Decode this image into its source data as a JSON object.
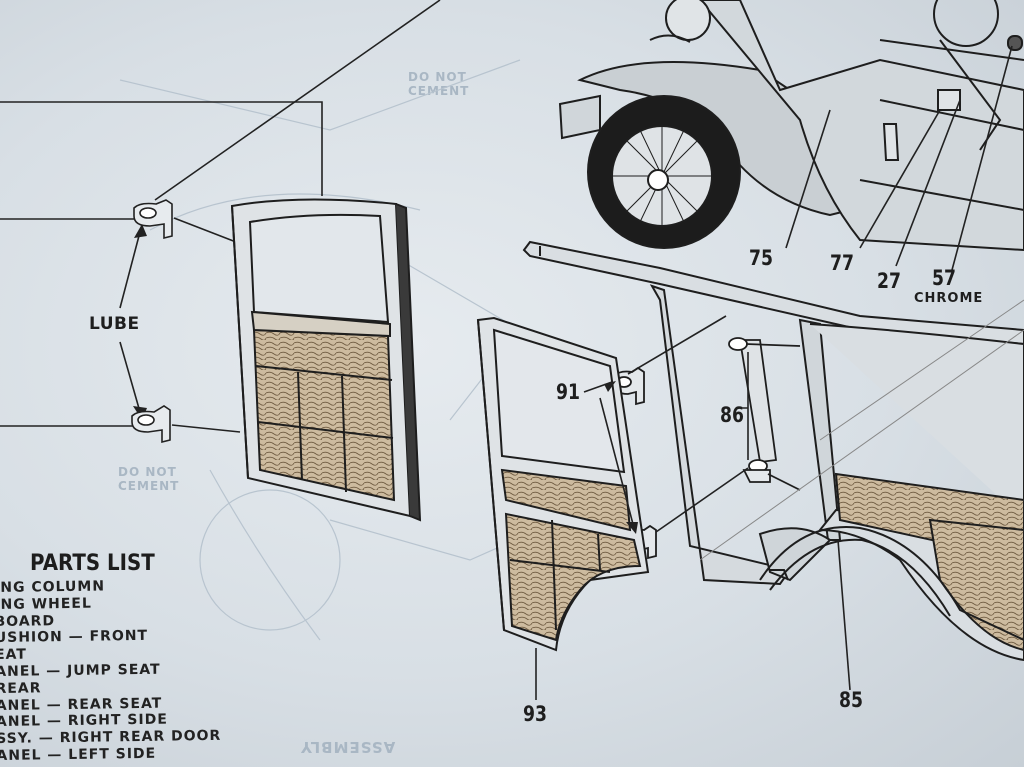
{
  "callouts": {
    "c75": "75",
    "c77": "77",
    "c27": "27",
    "c57": "57",
    "chrome": "CHROME",
    "lube": "LUBE",
    "c91": "91",
    "c86": "86",
    "c93": "93",
    "c85": "85"
  },
  "bleed_notes": {
    "do_not_cement_1": "DO NOT",
    "do_not_cement_1b": "CEMENT",
    "do_not_cement_2": "DO NOT",
    "do_not_cement_2b": "CEMENT",
    "assembly": "ASSEMBLY"
  },
  "parts_list": {
    "title": "PARTS LIST",
    "items": [
      "ING COLUMN",
      "ING WHEEL",
      " BOARD",
      "USHION — FRONT",
      "EAT",
      "ANEL — JUMP SEAT",
      " REAR",
      "ANEL — REAR SEAT",
      "ANEL — RIGHT SIDE",
      "SSY. — RIGHT REAR DOOR",
      "ANEL — LEFT SIDE"
    ]
  },
  "colors": {
    "paper": "#dfe5ea",
    "ink": "#1e1e1e",
    "wood_fill": "#c9b59a",
    "bleed_through": "#a9b7c4"
  }
}
